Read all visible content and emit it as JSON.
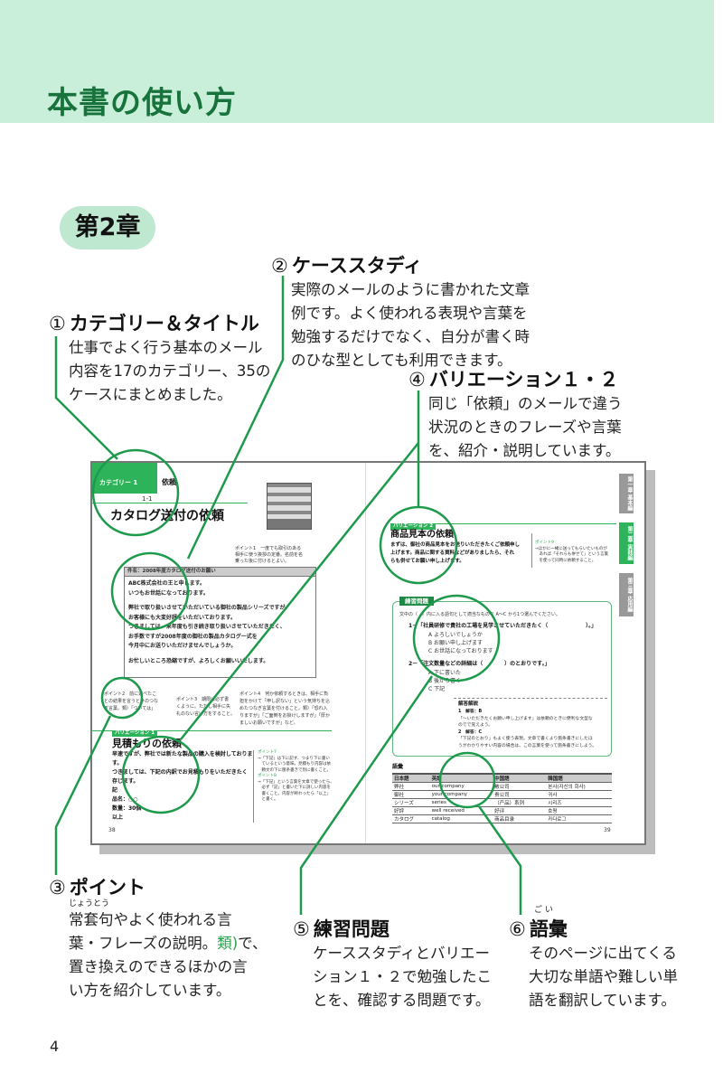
{
  "header": {
    "title": "本書の使い方",
    "chapter": "第2章"
  },
  "callouts": [
    {
      "num": "①",
      "heading": "カテゴリー＆タイトル",
      "lines": [
        "仕事でよく行う基本のメール",
        "内容を17のカテゴリー、35の",
        "ケースにまとめました。"
      ]
    },
    {
      "num": "②",
      "heading": "ケーススタディ",
      "lines": [
        "実際のメールのように書かれた文章",
        "例です。よく使われる表現や言葉を",
        "勉強するだけでなく、自分が書く時",
        "のひな型としても利用できます。"
      ]
    },
    {
      "num": "③",
      "heading": "ポイント",
      "ruby": "じょうとう",
      "lines": [
        "常套句やよく使われる言",
        "葉・フレーズの説明。",
        "置き換えのできるほかの言",
        "い方を紹介しています。"
      ],
      "highlight": "類)",
      "after": "で、"
    },
    {
      "num": "④",
      "heading": "バリエーション１・２",
      "lines": [
        "同じ「依頼」のメールで違う",
        "状況のときのフレーズや言葉",
        "を、紹介・説明しています。"
      ]
    },
    {
      "num": "⑤",
      "heading": "練習問題",
      "lines": [
        "ケーススタディとバリエー",
        "ション１・２で勉強したこ",
        "とを、確認する問題です。"
      ]
    },
    {
      "num": "⑥",
      "heading": "語彙",
      "ruby": "ご い",
      "lines": [
        "そのページに出てくる",
        "大切な単語や難しい単",
        "語を翻訳しています。"
      ]
    }
  ],
  "spread": {
    "category_label": "カテゴリー 1",
    "category": "依頼",
    "case_no": "1-1",
    "case_title": "カタログ送付の依頼",
    "point1": [
      "ポイント1　一度でも取引のある",
      "相手に使う挨拶の定番。名前を名",
      "乗った後に付けるとよい。"
    ],
    "email_subject": "件名：2008年度カタログ送付のお願い",
    "email_body": [
      "ABC株式会社の王と申します。",
      "いつもお世話になっております。",
      "",
      "弊社で取り扱いさせていただいている御社の製品シリーズですが、",
      "お客様にも大変好評をいただいております。",
      "つきましては、来年度も引き続き取り扱いさせていただきたく、",
      "お手数ですが2008年度の御社の製品カタログ一式を",
      "今月中にお送りいただけませんでしょうか。",
      "",
      "お忙しいところ恐縮ですが、よろしくお願いいたします。"
    ],
    "point2": [
      "ポイント2　前に述べたこ",
      "との結果を言うときのつな",
      "ぎ言葉。類）「ついては」"
    ],
    "point3": [
      "ポイント3　期限は必ず書",
      "くように。ただし相手に失",
      "礼のない言い方をすること。"
    ],
    "point4": [
      "ポイント4　何か依頼するときは、相手に負",
      "担をかけて「申し訳ない」という気持ちを込",
      "めたつなぎ言葉を付けること。類）「恐れ入",
      "りますが」「ご面倒をお掛けしますが」「厚か",
      "ましいお願いですが」など。"
    ],
    "var1_label": "バリエーション 1",
    "var1_title": "見積もりの依頼",
    "var1_body": [
      "早速ですが、弊社では新たな製品の購入を検討しておりま",
      "す。",
      "つきましては、下記の内訳でお見積もりをいただきたく",
      "存じます。",
      "記",
      "品名：○○",
      "数量：30個",
      "以上"
    ],
    "var1_points": [
      "ポイント7",
      "→「下記」は下に記す、つまり下に書い",
      "　ているという意味。見積もり内容は依",
      "　頼文の下に箇条書きで別に書くこと。",
      "ポイント8",
      "→「下記」という言葉を文章で使ったら、",
      "　必ず「記」と書いた下に詳しい内容を",
      "　書くこと。内容が終わったら「以上」",
      "　と書く。"
    ],
    "page_left": "38",
    "page_right": "39",
    "tabs": [
      "第一章 基本編",
      "第二章 実践編",
      "第三章 応用編"
    ],
    "var2_label": "バリエーション 2",
    "var2_title": "商品見本の依頼",
    "var2_body": [
      "まずは、御社の商品見本をお送りいただきたくご依頼申し",
      "上げます。商品に関する資料などがありましたら、それ",
      "らも併せてお願い申し上げます。"
    ],
    "var2_point": [
      "ポイント9",
      "→ほかに一緒に送ってもらいたいものが",
      "　あれば「それらも併せて」という言葉",
      "　を使って同時に依頼すること。"
    ],
    "ex_label": "練習問題",
    "ex_instr": "文中の（　）内に入る語句として適当なものを A～C から1つ選んでください。",
    "q1": "1－「社員研修で貴社の工場を見学させていただきたく（　　　　　　　）。」",
    "q1_opts": [
      "A よろしいでしょうか",
      "B お願い申し上げます",
      "C お世話になっております"
    ],
    "q2": "2－「注文数量などの詳細は（　　　　）のとおりです。」",
    "q2_opts": [
      "A 下に書いた",
      "B 後から書く",
      "C 下記"
    ],
    "ans_label": "解答解説",
    "ans": [
      "1　解答：B",
      "「～いただきたくお願い申し上げます」は依頼のときに便利な文型な",
      "のでで覚えよう。",
      "2　解答：C",
      "「下記のとおり」もよく使う表現。文章で書くより箇条書きにしたほ",
      "うがわかりやすい内容の場合は、この言葉を使って箇条書きにしよう。"
    ],
    "vocab_label": "語彙",
    "vocab_headers": [
      "日本語",
      "英語",
      "中国語",
      "韓国語"
    ],
    "vocab_rows": [
      [
        "弊社",
        "our company",
        "敝公司",
        "본사(자신의 회사)"
      ],
      [
        "御社",
        "your company",
        "贵公司",
        "귀사"
      ],
      [
        "シリーズ",
        "series",
        "（产品）系列",
        "시리즈"
      ],
      [
        "好評",
        "well received",
        "好评",
        "호평"
      ],
      [
        "カタログ",
        "catalog",
        "商品目录",
        "카다로그"
      ]
    ]
  },
  "page_number": "4",
  "colors": {
    "accent": "#2aa34f",
    "header_band": "#c9efda",
    "title": "#17733b"
  }
}
